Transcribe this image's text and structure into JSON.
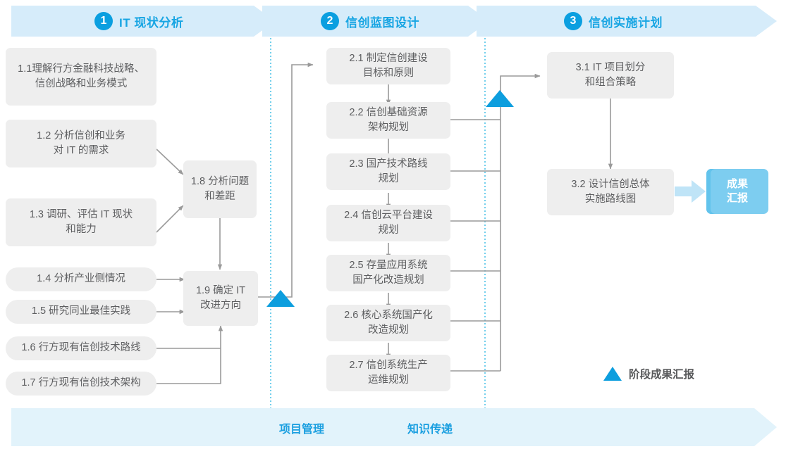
{
  "diagram": {
    "title_colors": {
      "accent": "#17a5e3",
      "accent_dark": "#0b9fe0",
      "band": "#d6ecfa",
      "band_bottom": "#e2f3fb",
      "node_bg": "#eeeeee",
      "node_text": "#5d5e60",
      "badge_bg": "#7dcdf0",
      "connector": "#9a9a9a",
      "dotted": "#4fc3e8"
    },
    "phases": [
      {
        "num": "1",
        "label": "IT 现状分析"
      },
      {
        "num": "2",
        "label": "信创蓝图设计"
      },
      {
        "num": "3",
        "label": "信创实施计划"
      }
    ],
    "phase1_nodes": [
      {
        "id": "1.1",
        "text": "1.1理解行方金融科技战略、\n信创战略和业务模式"
      },
      {
        "id": "1.2",
        "text": "1.2 分析信创和业务\n对 IT 的需求"
      },
      {
        "id": "1.3",
        "text": "1.3 调研、评估 IT 现状\n和能力"
      },
      {
        "id": "1.4",
        "text": "1.4 分析产业侧情况"
      },
      {
        "id": "1.5",
        "text": "1.5 研究同业最佳实践"
      },
      {
        "id": "1.6",
        "text": "1.6 行方现有信创技术路线"
      },
      {
        "id": "1.7",
        "text": "1.7 行方现有信创技术架构"
      },
      {
        "id": "1.8",
        "text": "1.8 分析问题\n和差距"
      },
      {
        "id": "1.9",
        "text": "1.9 确定 IT\n改进方向"
      }
    ],
    "phase2_nodes": [
      {
        "id": "2.1",
        "text": "2.1 制定信创建设\n目标和原则"
      },
      {
        "id": "2.2",
        "text": "2.2 信创基础资源\n架构规划"
      },
      {
        "id": "2.3",
        "text": "2.3 国产技术路线\n规划"
      },
      {
        "id": "2.4",
        "text": "2.4 信创云平台建设\n规划"
      },
      {
        "id": "2.5",
        "text": "2.5 存量应用系统\n国产化改造规划"
      },
      {
        "id": "2.6",
        "text": "2.6 核心系统国产化\n改造规划"
      },
      {
        "id": "2.7",
        "text": "2.7 信创系统生产\n运维规划"
      }
    ],
    "phase3_nodes": [
      {
        "id": "3.1",
        "text": "3.1 IT 项目划分\n和组合策略"
      },
      {
        "id": "3.2",
        "text": "3.2 设计信创总体\n实施路线图"
      }
    ],
    "result_badge": {
      "text": "成果\n汇报"
    },
    "legend": {
      "text": "阶段成果汇报",
      "icon": "triangle-milestone-icon"
    },
    "bottom_bar": {
      "labels": [
        "项目管理",
        "知识传递"
      ]
    }
  }
}
